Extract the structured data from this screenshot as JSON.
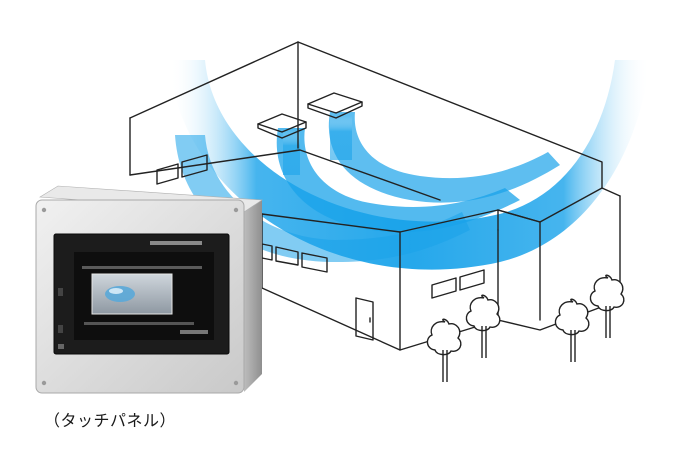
{
  "caption": "（タッチパネル）",
  "panel": {
    "brand_text": "",
    "screen_text": ""
  },
  "colors": {
    "airflow": "#1aa3ea",
    "airflow_light": "#bfe6fb",
    "line": "#222222",
    "panel_body": "#dcdcdc",
    "panel_bezel": "#1c1c1c"
  },
  "icons": [
    "building-illustration",
    "touch-panel-device",
    "tree-icon",
    "airflow-arc"
  ]
}
